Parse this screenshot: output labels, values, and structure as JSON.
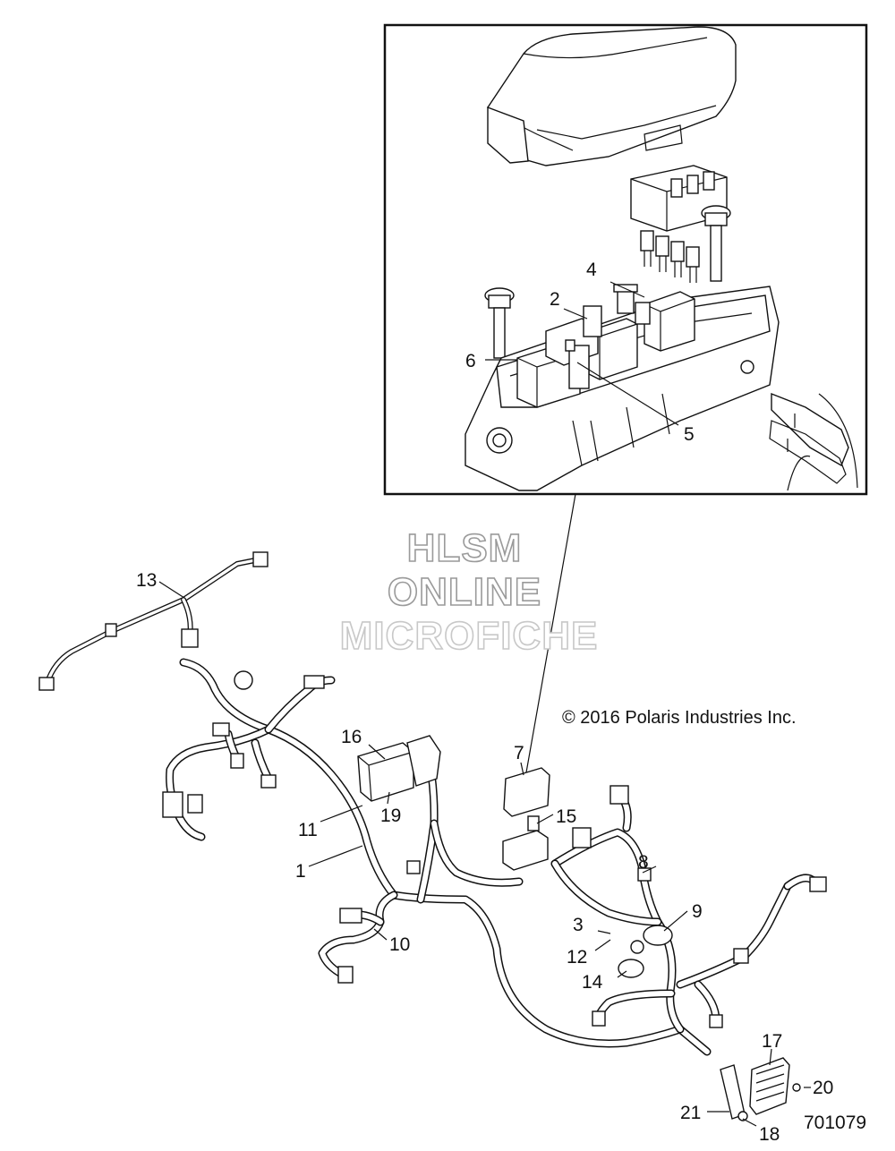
{
  "watermark": {
    "line1": "HLSM",
    "line2": "ONLINE",
    "line3": "MICROFICHE"
  },
  "copyright": "© 2016 Polaris Industries Inc.",
  "figure_number": "701079",
  "callouts": {
    "c1": "1",
    "c2": "2",
    "c3": "3",
    "c4": "4",
    "c5": "5",
    "c6": "6",
    "c7": "7",
    "c8": "8",
    "c9": "9",
    "c10": "10",
    "c11": "11",
    "c12": "12",
    "c13": "13",
    "c14": "14",
    "c15": "15",
    "c16": "16",
    "c17": "17",
    "c18": "18",
    "c19": "19",
    "c20": "20",
    "c21": "21"
  }
}
